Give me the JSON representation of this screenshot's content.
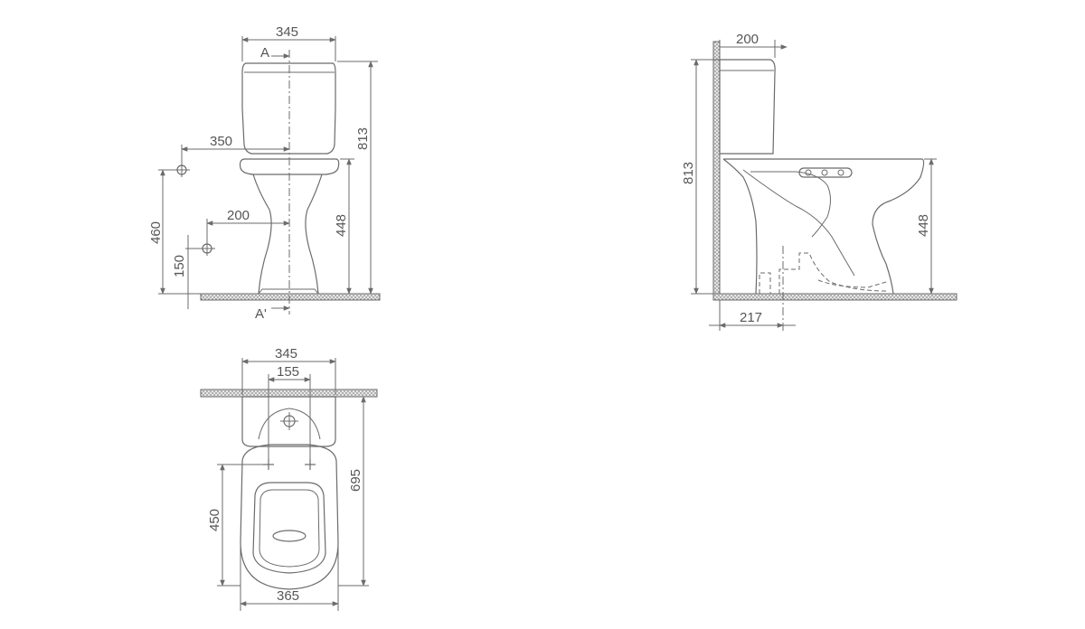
{
  "front_view": {
    "dim_width": "345",
    "dim_total_height": "813",
    "dim_bowl_height": "448",
    "dim_inlet_height": "460",
    "dim_outlet_height": "150",
    "dim_inlet_offset": "350",
    "dim_outlet_offset": "200",
    "section_top": "A",
    "section_bottom": "A'"
  },
  "side_view": {
    "dim_tank_depth": "200",
    "dim_total_height": "813",
    "dim_bowl_height": "448",
    "dim_outlet_distance": "217"
  },
  "top_view": {
    "dim_tank_width": "345",
    "dim_bolt_spacing": "155",
    "dim_total_depth": "695",
    "dim_seat_depth": "450",
    "dim_bowl_width": "365"
  }
}
